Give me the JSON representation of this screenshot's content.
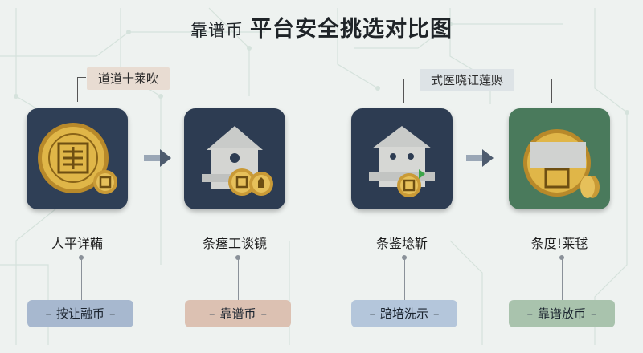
{
  "title": {
    "brand": "靠谱币",
    "main": "平台安全挑选对比图"
  },
  "tags": [
    "道道十莱吹",
    "式医晓讧莲赆"
  ],
  "items": [
    {
      "label": "人平详鞴",
      "button": "按让融币"
    },
    {
      "label": "条瘗工谈镜",
      "button": "靠谱币"
    },
    {
      "label": "条鉴埝靳",
      "button": "踣培洗示"
    },
    {
      "label": "条度!莱毬",
      "button": "靠谱放币"
    }
  ],
  "colors": {
    "background": "#eef2f0",
    "tile_dark": "#2d3c52",
    "tile_green": "#4a7a5c",
    "coin_gold": "#d4a83a"
  }
}
